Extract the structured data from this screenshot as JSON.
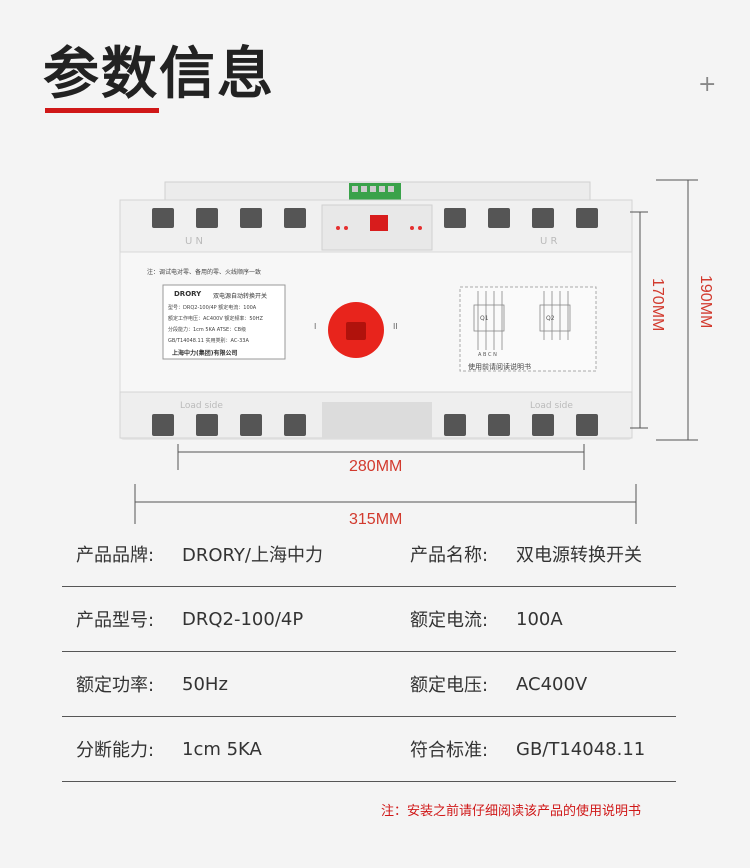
{
  "header": {
    "title": "参数信息"
  },
  "dimensions": {
    "width_inner": "280MM",
    "width_outer": "315MM",
    "height_inner": "170MM",
    "height_outer": "190MM"
  },
  "device": {
    "notice": "注：调试电对零、备用的零、火线顺序一致",
    "brand": "DRORY",
    "model_title": "双电源自动转换开关",
    "lines": [
      "型号：DRQ2-100/4P  额定电流：100A",
      "额定工作电压：AC400V  额定频率：50HZ",
      "分段能力：1cm 5KA  ATSE：CB级",
      "GB/T14048.11  实用类别：AC-33A"
    ],
    "maker": "上海中力(集团)有限公司",
    "read_manual": "使用前请阅读说明书",
    "load_side": "Load side",
    "un": "U N",
    "ur": "U R",
    "pos_i": "I",
    "pos_ii": "II",
    "q1": "Q1",
    "q2": "Q2",
    "abcn": "A B C N"
  },
  "specs": [
    {
      "left_key": "产品品牌:",
      "left_val": "DRORY/上海中力",
      "right_key": "产品名称:",
      "right_val": "双电源转换开关"
    },
    {
      "left_key": "产品型号:",
      "left_val": "DRQ2-100/4P",
      "right_key": "额定电流:",
      "right_val": "100A"
    },
    {
      "left_key": "额定功率:",
      "left_val": "50Hz",
      "right_key": "额定电压:",
      "right_val": "AC400V"
    },
    {
      "left_key": "分断能力:",
      "left_val": "1cm 5KA",
      "right_key": "符合标准:",
      "right_val": "GB/T14048.11"
    }
  ],
  "footer": {
    "note": "注：安装之前请仔细阅读该产品的使用说明书"
  },
  "colors": {
    "accent": "#d01818",
    "dimension": "#d23a2e",
    "knob": "#e8241c"
  }
}
